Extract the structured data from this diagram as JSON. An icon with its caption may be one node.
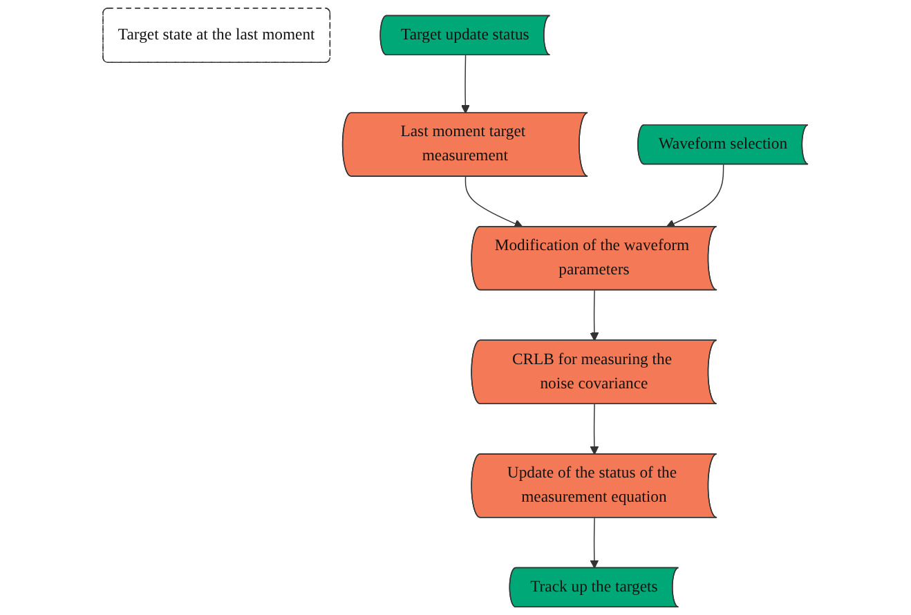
{
  "diagram": {
    "nodes": [
      {
        "text": [
          "Target state at the last moment"
        ]
      },
      {
        "text": [
          "Last moment target measurement"
        ]
      },
      {
        "text": [
          "Modification of the waveform parameters"
        ]
      },
      {
        "text": [
          "CRLB for measuring the noise covariance"
        ]
      },
      {
        "text": [
          "Update of the status of the measurement equation"
        ]
      },
      {
        "text": [
          "Target update status"
        ]
      },
      {
        "text": [
          "Waveform selection"
        ]
      },
      {
        "text": [
          "Track up the targets"
        ]
      }
    ],
    "edges": [
      {
        "from": 5,
        "to": 1,
        "arrow": "to"
      },
      {
        "from": 1,
        "to": 2,
        "arrow": "to"
      },
      {
        "from": 6,
        "to": 2,
        "arrow": "to"
      },
      {
        "from": 2,
        "to": 3,
        "arrow": "to"
      },
      {
        "from": 3,
        "to": 4,
        "arrow": "to"
      },
      {
        "from": 4,
        "to": 7,
        "arrow": "to"
      }
    ]
  }
}
